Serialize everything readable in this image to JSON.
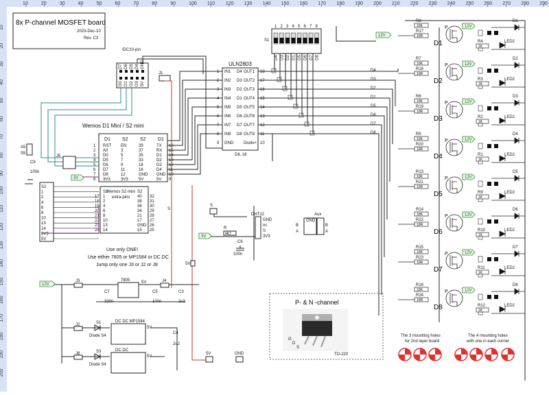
{
  "title_block": {
    "title": "8x P-channel MOSFET board",
    "date": "2023-Dec-10",
    "rev": "Rev. C3"
  },
  "ruler": {
    "top": [
      "10",
      "20",
      "30",
      "40",
      "50",
      "60",
      "70",
      "80",
      "90",
      "100",
      "110",
      "120",
      "130",
      "140",
      "150",
      "160",
      "170",
      "180",
      "190",
      "200",
      "210",
      "220",
      "230",
      "240",
      "250",
      "260",
      "270",
      "280",
      "290"
    ],
    "left": [
      "10",
      "20",
      "30",
      "40",
      "50",
      "60",
      "70",
      "80",
      "90",
      "100",
      "110",
      "120",
      "130",
      "140",
      "150",
      "160",
      "170",
      "180",
      "190",
      "200"
    ]
  },
  "idc": {
    "label": "IDC10-pin",
    "pins": [
      "D7",
      "D6",
      "D5",
      "D4",
      "GND",
      "D0",
      "D1",
      "D2",
      "D3",
      "5V"
    ],
    "jumper": "J1"
  },
  "wemos": {
    "title": "Wemos D1 Mini / S2 mini",
    "cols": [
      "D1",
      "S2",
      "S2",
      "D1"
    ],
    "rows": [
      [
        "RST",
        "EN",
        "39",
        "TX"
      ],
      [
        "A0",
        "3",
        "37",
        "RX"
      ],
      [
        "D0",
        "5",
        "35",
        "D1"
      ],
      [
        "D5",
        "7",
        "33",
        "D2"
      ],
      [
        "D6",
        "9",
        "18",
        "D3"
      ],
      [
        "D7",
        "11",
        "16",
        "D4"
      ],
      [
        "D8",
        "12",
        "GND",
        "GND"
      ],
      [
        "3V3",
        "3V3",
        "5V",
        "5V"
      ]
    ],
    "left_nums": [
      "1",
      "2",
      "3",
      "4",
      "5",
      "6",
      "7",
      "8"
    ],
    "right_nums": [
      "16",
      "15",
      "14",
      "13",
      "12",
      "11",
      "10",
      "9"
    ]
  },
  "s2": {
    "title": "Wemos S2 mini",
    "subtitle": "extra-pins",
    "left": [
      "S2",
      "1",
      "2",
      "4",
      "6",
      "8",
      "10",
      "13",
      "14",
      "3V3",
      "5V"
    ],
    "inner_left": [
      "S2",
      "1",
      "2",
      "4",
      "6",
      "8",
      "10",
      "13",
      "14"
    ],
    "inner_right": [
      "S2",
      "40",
      "38",
      "36",
      "34",
      "21",
      "17",
      "GND",
      "15"
    ],
    "nums_left": [
      "17",
      "18",
      "19",
      "20",
      "21",
      "22",
      "23",
      "24"
    ],
    "nums_right": [
      "32",
      "31",
      "30",
      "29",
      "28",
      "27",
      "26",
      "25"
    ]
  },
  "uln": {
    "title": "ULN2803",
    "ins": [
      "IN1",
      "IN2",
      "IN3",
      "IN4",
      "IN5",
      "IN6",
      "IN7",
      "IN8",
      "GND"
    ],
    "outs": [
      "OUT1",
      "OUT2",
      "OUT3",
      "OUT4",
      "OUT5",
      "OUT6",
      "OUT7",
      "OUT8",
      "Diode+"
    ],
    "dlabels": [
      "D4",
      "D3",
      "D2",
      "D1",
      "D5",
      "D6",
      "D7",
      "D8"
    ],
    "in_nums": [
      "1",
      "2",
      "3",
      "4",
      "5",
      "6",
      "7",
      "8",
      "9"
    ],
    "out_nums": [
      "18",
      "17",
      "16",
      "15",
      "14",
      "13",
      "12",
      "11",
      "10"
    ],
    "package": "DIL 18"
  },
  "dip_switch": {
    "label": "S1",
    "pins_top": [
      "1",
      "2",
      "3",
      "4",
      "5",
      "6",
      "7",
      "8"
    ],
    "pins_bot": [
      "D4",
      "D3",
      "D2",
      "D1",
      "D5",
      "D6",
      "D7",
      "D8"
    ]
  },
  "mosfet_channels": [
    {
      "d": "D1",
      "r1": "R8",
      "r1v": "10K",
      "r2": "R17",
      "r2v": "10R",
      "r3": "R4",
      "r3v": "1K",
      "diode": "D1",
      "led": "LED2",
      "in": "D4"
    },
    {
      "d": "D2",
      "r1": "R7",
      "r1v": "10K",
      "r2": "R18",
      "r2v": "10R",
      "r3": "R3",
      "r3v": "1K",
      "diode": "D2",
      "led": "LED2",
      "in": "D3"
    },
    {
      "d": "D3",
      "r1": "R6",
      "r1v": "10K",
      "r2": "R19",
      "r2v": "10R",
      "r3": "R2",
      "r3v": "1K",
      "diode": "D3",
      "led": "LED2",
      "in": "D2"
    },
    {
      "d": "D4",
      "r1": "R5",
      "r1v": "10K",
      "r2": "R20",
      "r2v": "10R",
      "r3": "R1",
      "r3v": "1K",
      "diode": "D4",
      "led": "LED2",
      "in": "D1"
    },
    {
      "d": "D5",
      "r1": "R13",
      "r1v": "10K",
      "r2": "R21",
      "r2v": "10R",
      "r3": "R9",
      "r3v": "1K",
      "diode": "D5",
      "led": "LED2",
      "in": "D5"
    },
    {
      "d": "D6",
      "r1": "R14",
      "r1v": "10K",
      "r2": "R22",
      "r2v": "10R",
      "r3": "R10",
      "r3v": "1K",
      "diode": "D6",
      "led": "LED2",
      "in": "D6"
    },
    {
      "d": "D7",
      "r1": "R15",
      "r1v": "10K",
      "r2": "R23",
      "r2v": "10R",
      "r3": "R11",
      "r3v": "1K",
      "diode": "D7",
      "led": "LED2",
      "in": "D7"
    },
    {
      "d": "D8",
      "r1": "R16",
      "r1v": "10K",
      "r2": "R24",
      "r2v": "10R",
      "r3": "R12",
      "r3v": "1K",
      "diode": "D8",
      "led": "LED2",
      "in": "D8"
    }
  ],
  "flags": {
    "v12": "12V",
    "v5": "5V",
    "v3": "3V",
    "v3b": "3V",
    "gnd": "GND",
    "s": "S"
  },
  "dht": {
    "label": "DHT22",
    "pins": [
      "GND",
      "nc",
      "S",
      "3V3"
    ],
    "r": "R",
    "rv": "4K7",
    "c": "C6",
    "cv": "100n"
  },
  "axis_conn": {
    "label": "Aux",
    "pins": [
      "GND",
      "B",
      "A"
    ]
  },
  "left_small": {
    "j5": "J5",
    "c8": "C8",
    "c8v": "100n",
    "s5": "S5",
    "a5": "A5"
  },
  "power": {
    "note1": "Use only ONE!",
    "note2": "Use either 7805  or  MP1584  or  DC DC",
    "note3": "Jump only one  J3  or  J2  or  J8",
    "j3": "J3",
    "j2": "J2",
    "j8": "J8",
    "j4": "J4",
    "s1": "S1",
    "s3": "S3",
    "diode1": "Diode S4",
    "diode2": "Diode S4",
    "reg": "7805",
    "reg_out": "5V",
    "c7": "C7",
    "c7v": "330n",
    "c5": "C5",
    "c5v": "100n",
    "c3": "C3",
    "c3v": "2u2",
    "c4": "C4",
    "c4v": "2u2",
    "mp": "DC DC MP1584",
    "dcdc": "DC DC",
    "v5a": "5V",
    "v5b": "5V"
  },
  "package_box": {
    "title": "P- & N -channel",
    "pkg": "TO-220",
    "pins": [
      "G",
      "D",
      "S"
    ]
  },
  "mounting": {
    "note1": "The 3 mounting holes",
    "note2": "for 2nd layer board",
    "note3": "The 4 mounting holes",
    "note4": "with one in each corner"
  },
  "colors": {
    "teal": "#2c8a8a",
    "red": "#c0392b",
    "purple": "#8a2c8a",
    "flag": "#2a8a2a",
    "ruler": "#d6e3f7",
    "hole": "#e03030"
  }
}
